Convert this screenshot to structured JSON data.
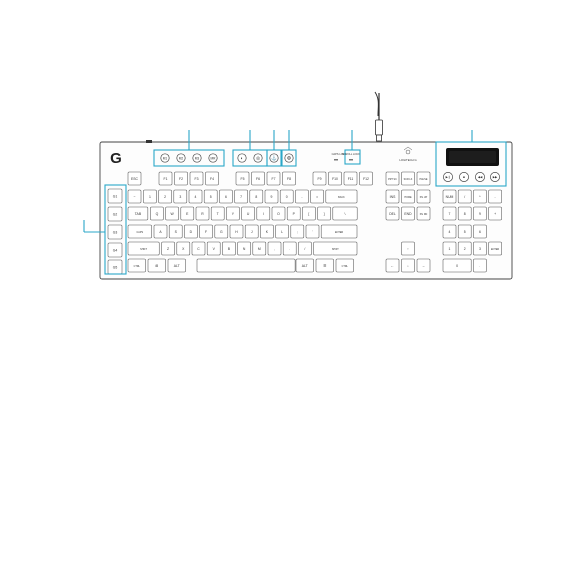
{
  "logo": {
    "glyph": "G",
    "icon": "logitech-g-logo-icon"
  },
  "gkeys": [
    "G1",
    "G2",
    "G3",
    "G4",
    "G5"
  ],
  "top_buttons": {
    "macro": [
      "M1",
      "M2",
      "M3",
      "MR"
    ],
    "mode": [
      {
        "label": "◐",
        "icon": "lighting-icon"
      },
      {
        "label": "◎",
        "icon": "game-mode-icon"
      }
    ],
    "lock_label": "⚓",
    "brightness_label": "❂"
  },
  "indicators": {
    "caps": "CAPS LOCK",
    "scroll": "SCROLL LOCK"
  },
  "media": {
    "buttons": [
      "▶❙",
      "■",
      "◀◀",
      "▶▶"
    ],
    "brand": "LOGITECH G"
  },
  "rows": {
    "function": [
      "ESC",
      "F1",
      "F2",
      "F3",
      "F4",
      "F5",
      "F6",
      "F7",
      "F8",
      "F9",
      "F10",
      "F11",
      "F12",
      "PRT SC",
      "SCR LK",
      "PAUSE"
    ],
    "number": [
      "~",
      "1",
      "2",
      "3",
      "4",
      "5",
      "6",
      "7",
      "8",
      "9",
      "0",
      "-",
      "=",
      "BACK",
      "INS",
      "HOME",
      "PG UP",
      "NUM",
      "/",
      "*",
      "-"
    ],
    "top": [
      "TAB",
      "Q",
      "W",
      "E",
      "R",
      "T",
      "Y",
      "U",
      "I",
      "O",
      "P",
      "[",
      "]",
      "\\",
      "DEL",
      "END",
      "PG DN",
      "7",
      "8",
      "9",
      "+"
    ],
    "home": [
      "CAPS",
      "A",
      "S",
      "D",
      "F",
      "G",
      "H",
      "J",
      "K",
      "L",
      ";",
      "'",
      "ENTER",
      "4",
      "5",
      "6"
    ],
    "shift": [
      "SHIFT",
      "Z",
      "X",
      "C",
      "V",
      "B",
      "N",
      "M",
      ",",
      ".",
      "/",
      "SHIFT",
      "↑",
      "1",
      "2",
      "3",
      "ENTER"
    ],
    "bottom": [
      "CTRL",
      "⊞",
      "ALT",
      "",
      "ALT",
      "☰",
      "CTRL",
      "←",
      "↓",
      "→",
      "0",
      "."
    ]
  }
}
